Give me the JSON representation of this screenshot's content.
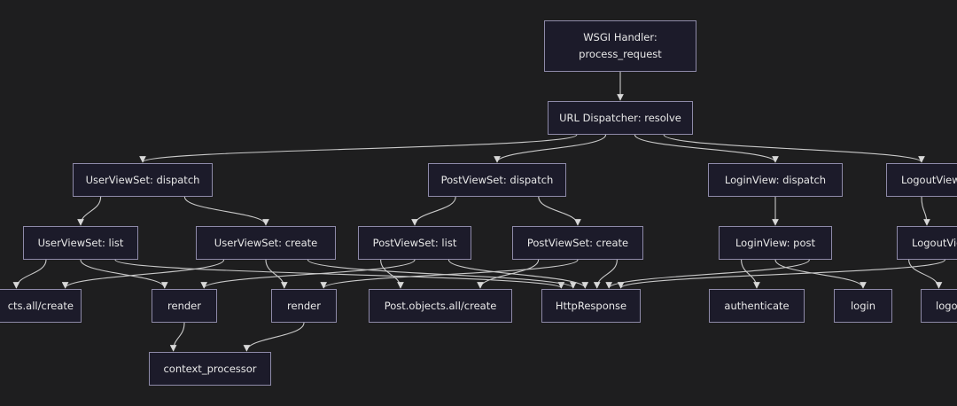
{
  "diagram": {
    "nodes": {
      "wsgi": "WSGI Handler:\nprocess_request",
      "url_dispatcher": "URL Dispatcher: resolve",
      "userviewset_dispatch": "UserViewSet: dispatch",
      "postviewset_dispatch": "PostViewSet: dispatch",
      "loginview_dispatch": "LoginView: dispatch",
      "logoutview_dispatch": "LogoutView",
      "userviewset_list": "UserViewSet: list",
      "userviewset_create": "UserViewSet: create",
      "postviewset_list": "PostViewSet: list",
      "postviewset_create": "PostViewSet: create",
      "loginview_post": "LoginView: post",
      "logoutview_post": "LogoutVie",
      "user_objects_create": "cts.all/create",
      "render_1": "render",
      "render_2": "render",
      "post_objects_create": "Post.objects.all/create",
      "http_response": "HttpResponse",
      "authenticate": "authenticate",
      "login": "login",
      "logout": "logo",
      "context_processor": "context_processor"
    },
    "edges": [
      [
        "wsgi",
        "url_dispatcher"
      ],
      [
        "url_dispatcher",
        "userviewset_dispatch"
      ],
      [
        "url_dispatcher",
        "postviewset_dispatch"
      ],
      [
        "url_dispatcher",
        "loginview_dispatch"
      ],
      [
        "url_dispatcher",
        "logoutview_dispatch"
      ],
      [
        "userviewset_dispatch",
        "userviewset_list"
      ],
      [
        "userviewset_dispatch",
        "userviewset_create"
      ],
      [
        "postviewset_dispatch",
        "postviewset_list"
      ],
      [
        "postviewset_dispatch",
        "postviewset_create"
      ],
      [
        "loginview_dispatch",
        "loginview_post"
      ],
      [
        "logoutview_dispatch",
        "logoutview_post"
      ],
      [
        "userviewset_list",
        "user_objects_create"
      ],
      [
        "userviewset_list",
        "render_1"
      ],
      [
        "userviewset_list",
        "http_response"
      ],
      [
        "userviewset_create",
        "user_objects_create"
      ],
      [
        "userviewset_create",
        "render_2"
      ],
      [
        "userviewset_create",
        "http_response"
      ],
      [
        "postviewset_list",
        "post_objects_create"
      ],
      [
        "postviewset_list",
        "render_1"
      ],
      [
        "postviewset_list",
        "http_response"
      ],
      [
        "postviewset_create",
        "post_objects_create"
      ],
      [
        "postviewset_create",
        "render_2"
      ],
      [
        "postviewset_create",
        "http_response"
      ],
      [
        "loginview_post",
        "authenticate"
      ],
      [
        "loginview_post",
        "login"
      ],
      [
        "loginview_post",
        "http_response"
      ],
      [
        "logoutview_post",
        "logout"
      ],
      [
        "logoutview_post",
        "http_response"
      ],
      [
        "render_1",
        "context_processor"
      ],
      [
        "render_2",
        "context_processor"
      ]
    ]
  }
}
